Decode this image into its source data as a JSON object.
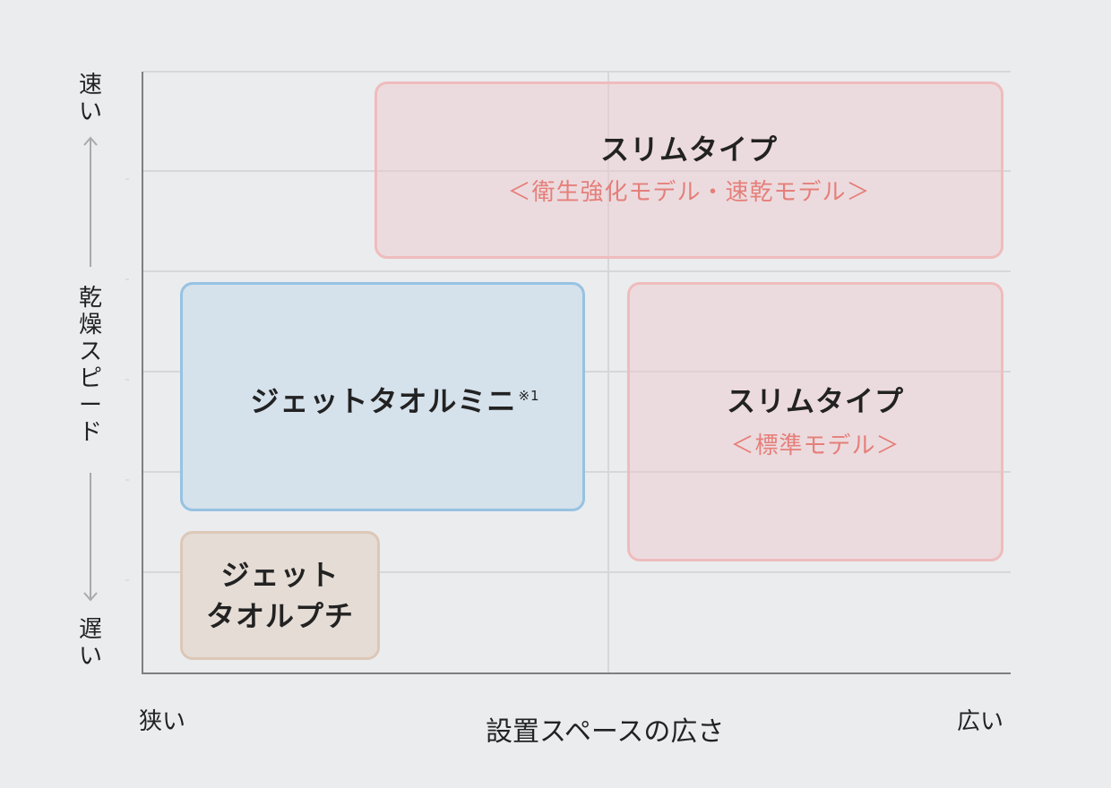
{
  "y_axis": {
    "top_label": "速い",
    "title": "乾燥スピード",
    "bottom_label": "遅い"
  },
  "x_axis": {
    "left_label": "狭い",
    "title": "設置スペースの広さ",
    "right_label": "広い"
  },
  "boxes": {
    "slim_fast": {
      "title": "スリムタイプ",
      "subtitle": "＜衛生強化モデル・速乾モデル＞"
    },
    "jet_mini": {
      "title": "ジェットタオルミニ",
      "note": "※1"
    },
    "slim_standard": {
      "title": "スリムタイプ",
      "subtitle": "＜標準モデル＞"
    },
    "jet_petit": {
      "title_line1": "ジェット",
      "title_line2": "タオルプチ"
    }
  },
  "colors": {
    "pink_border": "#efbcbd",
    "blue_border": "#97c2e2",
    "tan_border": "#dcc8b8",
    "accent_text": "#e57f7a",
    "background": "#ebecee"
  }
}
